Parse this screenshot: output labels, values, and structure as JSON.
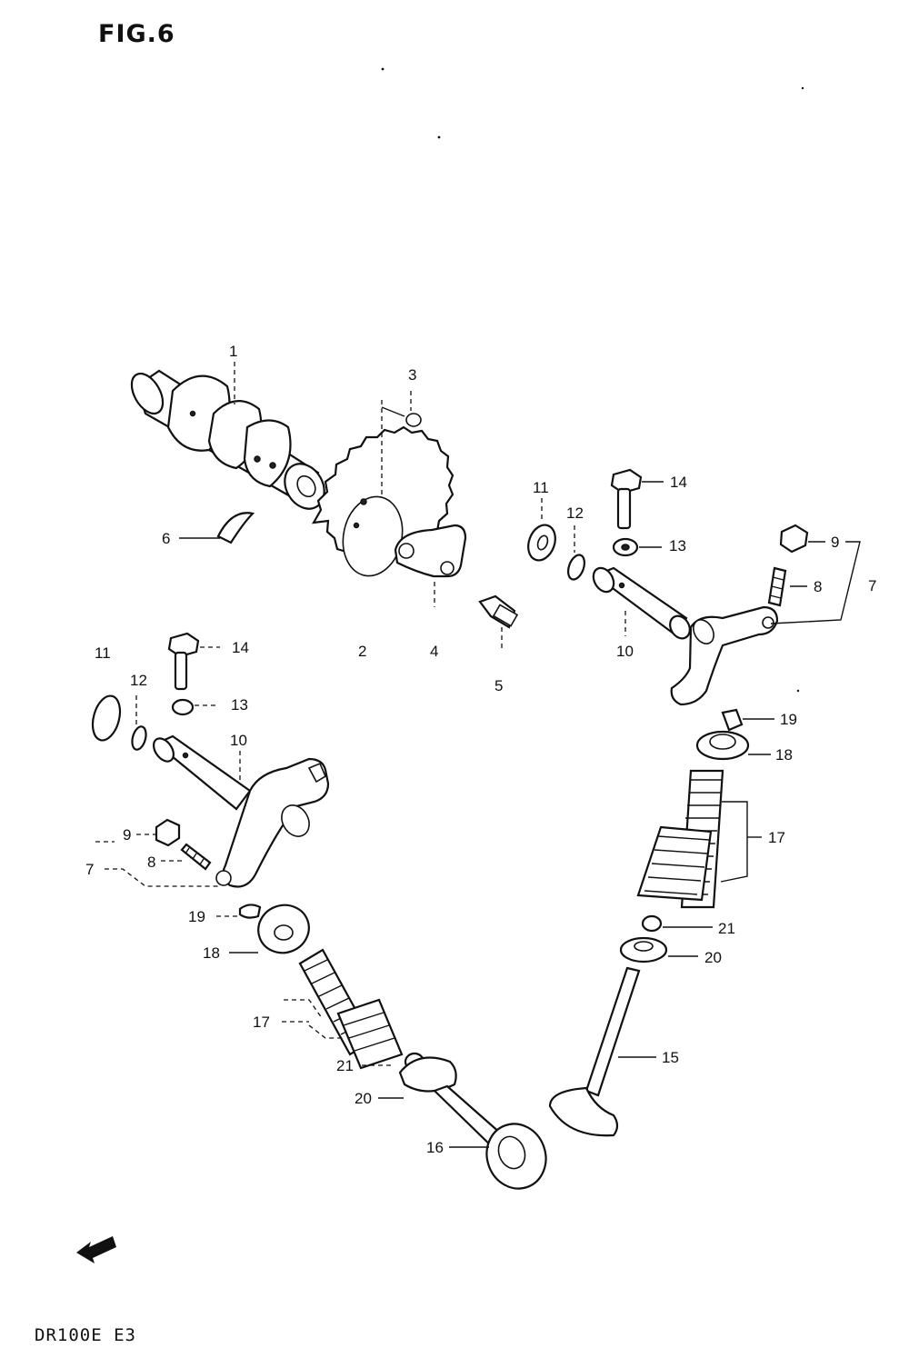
{
  "figure": {
    "title": "FIG.6",
    "model": "DR100E  E3"
  },
  "callouts": {
    "c1": "1",
    "c2": "2",
    "c3": "3",
    "c4": "4",
    "c5": "5",
    "c6": "6",
    "c11_right": "11",
    "c12_right": "12",
    "c14_right": "14",
    "c13_right": "13",
    "c9_right": "9",
    "c8_right": "8",
    "c7_right": "7",
    "c10_right": "10",
    "c19_right": "19",
    "c18_right": "18",
    "c17_right": "17",
    "c21_right": "21",
    "c20_right": "20",
    "c15": "15",
    "c11_left": "11",
    "c12_left": "12",
    "c14_left": "14",
    "c13_left": "13",
    "c10_left": "10",
    "c9_left": "9",
    "c8_left": "8",
    "c7_left": "7",
    "c19_left": "19",
    "c18_left": "18",
    "c17_left": "17",
    "c21_left": "21",
    "c20_left": "20",
    "c16": "16"
  },
  "parts": {
    "camshaft": "camshaft",
    "sprocket": "cam-sprocket",
    "pin": "pin",
    "stopper_plate": "cam-sprocket-stopper",
    "bolt": "sprocket-bolt",
    "circlip": "circlip",
    "rocker_arm": "valve-rocker-arm",
    "rocker_shaft": "rocker-arm-shaft",
    "valve_spring": "valve-spring",
    "exhaust_valve": "exhaust-valve",
    "intake_valve": "intake-valve",
    "fwd_mark": "FWD"
  }
}
